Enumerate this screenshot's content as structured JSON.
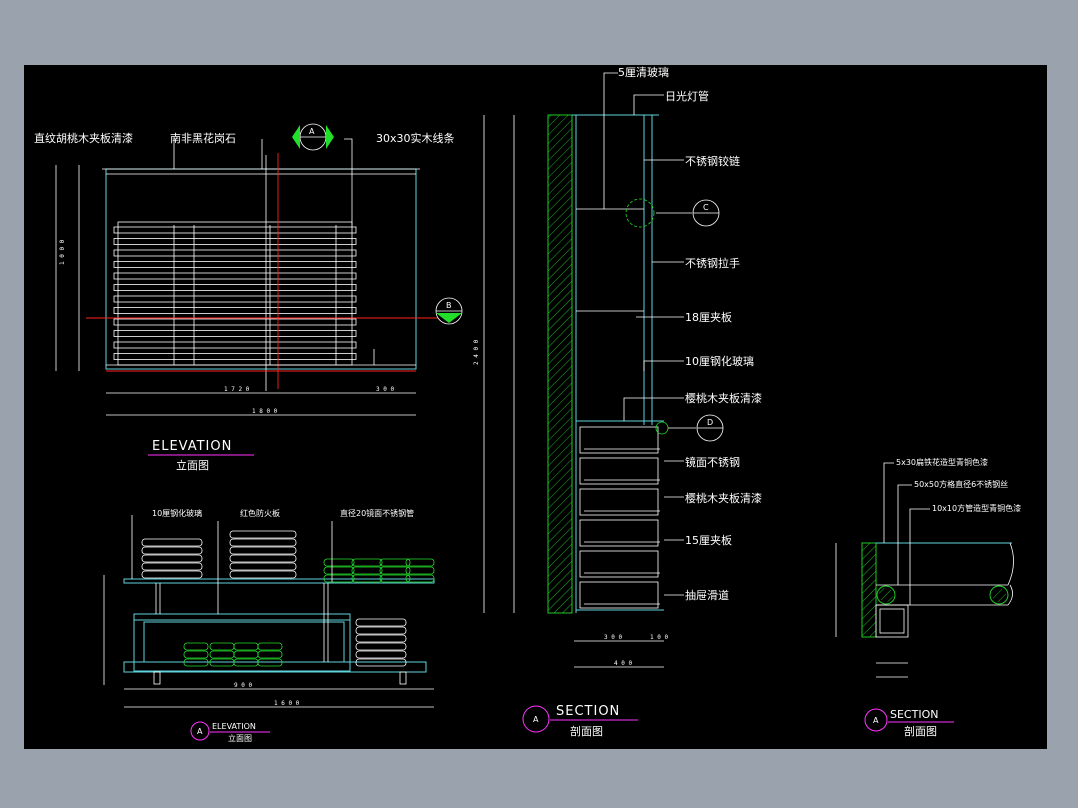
{
  "colors": {
    "sheet_bg": "#000000",
    "frame_bg": "#9aa2ae",
    "cyan": "#5fd4dc",
    "green": "#22e02a",
    "magenta": "#ff33ff",
    "red": "#ff2222",
    "white": "#ffffff"
  },
  "elevation_main": {
    "callouts": [
      "直纹胡桃木夹板清漆",
      "南非黑花岗石",
      "30x30实木线条"
    ],
    "section_marks": [
      {
        "letter": "A"
      },
      {
        "letter": "B"
      }
    ],
    "title_en": "ELEVATION",
    "title_cn": "立面图"
  },
  "section_main": {
    "callouts": [
      "5厘清玻璃",
      "日光灯管",
      "不锈钢铰链",
      "不锈钢拉手",
      "18厘夹板",
      "10厘钢化玻璃",
      "樱桃木夹板清漆",
      "镜面不锈钢",
      "樱桃木夹板清漆",
      "15厘夹板",
      "抽屉滑道"
    ],
    "section_marks": [
      {
        "letter": "C"
      },
      {
        "letter": "D"
      }
    ],
    "badge": "A",
    "title_en": "SECTION",
    "title_cn": "剖面图"
  },
  "elevation_table": {
    "callouts": [
      "10厘钢化玻璃",
      "红色防火板",
      "直径20镜面不锈钢管"
    ],
    "badge": "A",
    "title_en": "ELEVATION",
    "title_cn": "立面图"
  },
  "section_detail": {
    "callouts": [
      "5x30扁铁花造型青铜色漆",
      "50x50方格直径6不锈钢丝",
      "10x10方管造型青铜色漆"
    ],
    "badge": "A",
    "title_en": "SECTION",
    "title_cn": "剖面图"
  }
}
